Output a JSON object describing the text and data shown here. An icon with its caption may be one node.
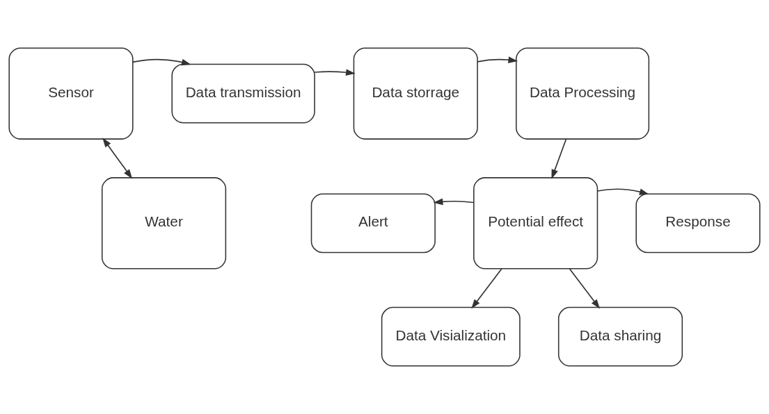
{
  "diagram": {
    "nodes": [
      {
        "text": [
          "Sensor"
        ]
      },
      {
        "text": [
          "Data transmission"
        ]
      },
      {
        "text": [
          "Data storrage"
        ]
      },
      {
        "text": [
          "Data Processing"
        ]
      },
      {
        "text": [
          "Water"
        ]
      },
      {
        "text": [
          "Alert"
        ]
      },
      {
        "text": [
          "Potential effect"
        ]
      },
      {
        "text": [
          "Response"
        ]
      },
      {
        "text": [
          "Data Visialization"
        ]
      },
      {
        "text": [
          "Data sharing"
        ]
      }
    ],
    "edges": [
      {
        "from": 0,
        "to": 1,
        "arrow": "to"
      },
      {
        "from": 1,
        "to": 2,
        "arrow": "to"
      },
      {
        "from": 2,
        "to": 3,
        "arrow": "to"
      },
      {
        "from": 0,
        "to": 4,
        "arrow": "both"
      },
      {
        "from": 3,
        "to": 6,
        "arrow": "to"
      },
      {
        "from": 6,
        "to": 5,
        "arrow": "to"
      },
      {
        "from": 6,
        "to": 7,
        "arrow": "to"
      },
      {
        "from": 6,
        "to": 8,
        "arrow": "to"
      },
      {
        "from": 6,
        "to": 9,
        "arrow": "to"
      }
    ]
  }
}
